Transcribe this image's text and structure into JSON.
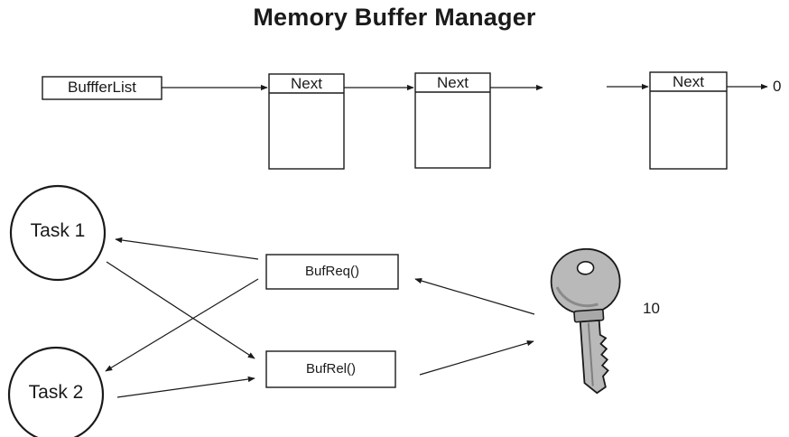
{
  "diagram": {
    "title": "Memory Buffer Manager",
    "buffer_list_label": "BuffferList",
    "node_labels": [
      "Next",
      "Next",
      "Next"
    ],
    "list_terminator": "0",
    "tasks": [
      "Task 1",
      "Task 2"
    ],
    "functions": [
      "BufReq()",
      "BufRel()"
    ],
    "semaphore_count": "10",
    "colors": {
      "ink": "#1a1a1a",
      "key_fill": "#b9b9b9",
      "key_shade": "#8a8a8a"
    },
    "icons": [
      "key-icon"
    ]
  }
}
